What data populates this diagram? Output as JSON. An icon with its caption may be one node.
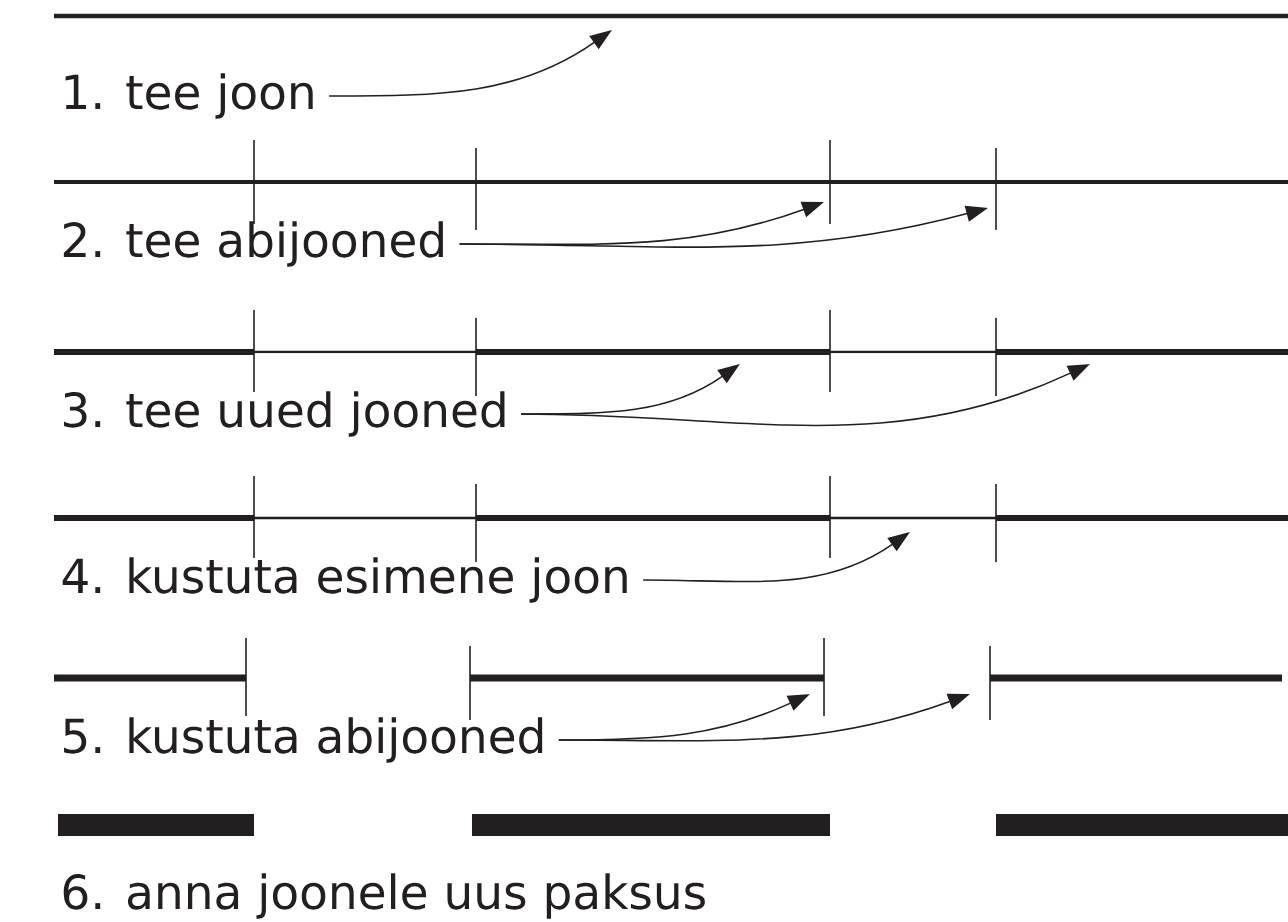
{
  "diagram": {
    "nodes": [
      {
        "text": [
          "1. tee joon"
        ]
      },
      {
        "text": [
          "2. tee abijooned"
        ]
      },
      {
        "text": [
          "3. tee uued jooned"
        ]
      },
      {
        "text": [
          "4. kustuta esimene joon"
        ]
      },
      {
        "text": [
          "5. kustuta abijooned"
        ]
      },
      {
        "text": [
          "6. anna joonele uus paksus"
        ]
      }
    ],
    "edges": [
      {
        "from": 0,
        "to": null,
        "arrow": "to"
      },
      {
        "from": 1,
        "to": null,
        "arrow": "to"
      },
      {
        "from": 1,
        "to": null,
        "arrow": "to"
      },
      {
        "from": 2,
        "to": null,
        "arrow": "to"
      },
      {
        "from": 2,
        "to": null,
        "arrow": "to"
      },
      {
        "from": 3,
        "to": null,
        "arrow": "to"
      },
      {
        "from": 4,
        "to": null,
        "arrow": "to"
      },
      {
        "from": 4,
        "to": null,
        "arrow": "to"
      }
    ]
  }
}
